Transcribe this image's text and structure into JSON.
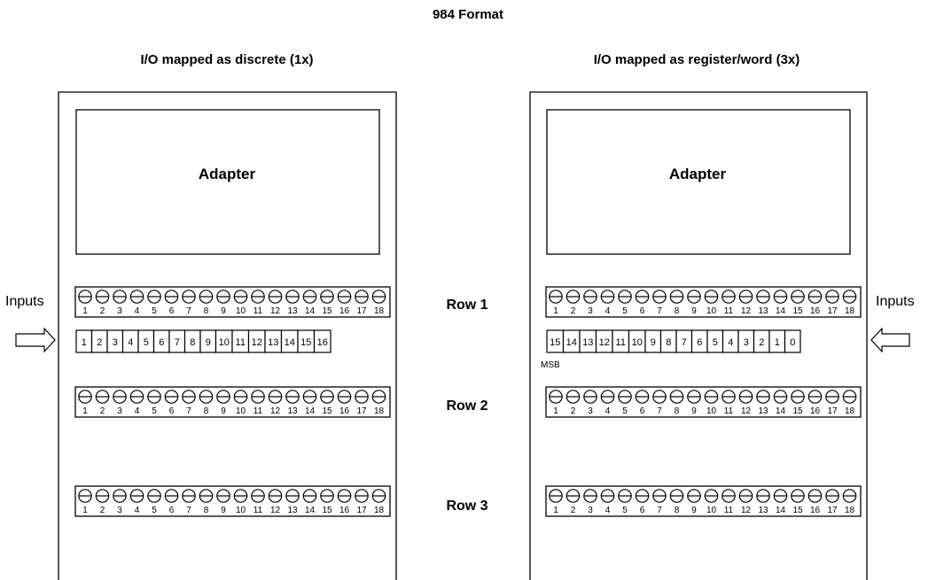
{
  "title": "984 Format",
  "left": {
    "heading": "I/O mapped as discrete (1x)",
    "adapter_label": "Adapter",
    "inputs_label": "Inputs",
    "bit_labels": [
      "1",
      "2",
      "3",
      "4",
      "5",
      "6",
      "7",
      "8",
      "9",
      "10",
      "11",
      "12",
      "13",
      "14",
      "15",
      "16"
    ]
  },
  "right": {
    "heading": "I/O mapped as register/word (3x)",
    "adapter_label": "Adapter",
    "inputs_label": "Inputs",
    "msb_label": "MSB",
    "bit_labels": [
      "15",
      "14",
      "13",
      "12",
      "11",
      "10",
      "9",
      "8",
      "7",
      "6",
      "5",
      "4",
      "3",
      "2",
      "1",
      "0"
    ]
  },
  "rows": [
    {
      "label": "Row 1"
    },
    {
      "label": "Row 2"
    },
    {
      "label": "Row 3"
    }
  ],
  "terminal_numbers": [
    "1",
    "2",
    "3",
    "4",
    "5",
    "6",
    "7",
    "8",
    "9",
    "10",
    "11",
    "12",
    "13",
    "14",
    "15",
    "16",
    "17",
    "18"
  ],
  "colors": {
    "line": "#000000",
    "background": "#ffffff"
  }
}
